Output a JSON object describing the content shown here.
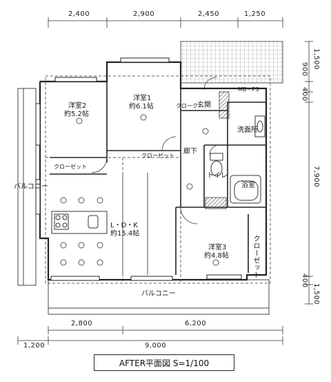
{
  "dimensions": {
    "top": [
      "2,400",
      "2,900",
      "2,450",
      "1,250"
    ],
    "bottom_row1": [
      "2,800",
      "6,200"
    ],
    "bottom_row2": [
      "1,200",
      "9,000"
    ],
    "right": [
      "1,500",
      "900",
      "400",
      "7,900",
      "400",
      "1,500"
    ]
  },
  "rooms": {
    "room2_name": "洋室2",
    "room2_size": "約5.2帖",
    "room1_name": "洋室1",
    "room1_size": "約6.1帖",
    "room3_name": "洋室3",
    "room3_size": "約4.8帖",
    "ldk_name": "L・D・K",
    "ldk_size": "約15.4帖",
    "corridor": "廊下",
    "toilet": "トイレ",
    "bath": "浴室",
    "washroom": "洗面所",
    "entrance": "玄関",
    "closet_short": "クローク",
    "closet1": "クローゼット",
    "closet2": "クローゼット",
    "closet3": "クローゼット",
    "mbps": "MB・PS",
    "balcony_bottom": "バルコニー",
    "balcony_left": "バルコニー"
  },
  "caption": "AFTER平面図 S=1/100"
}
